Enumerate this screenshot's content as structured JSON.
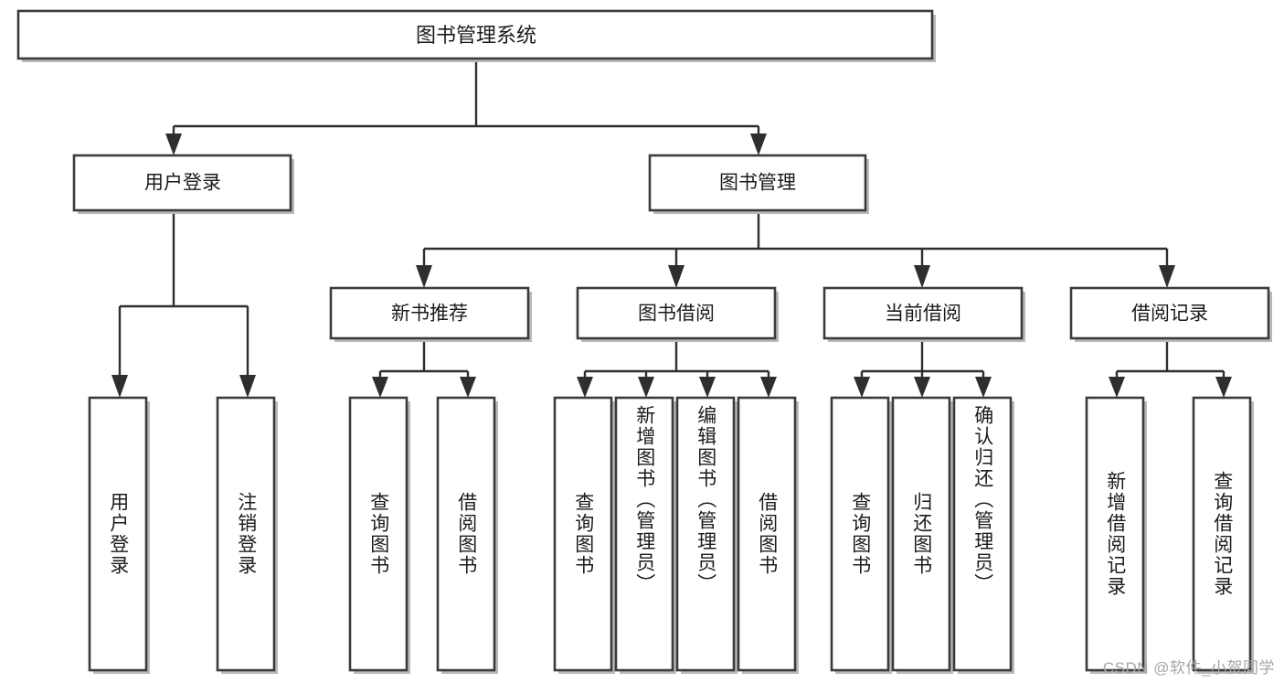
{
  "diagram": {
    "type": "tree-hierarchy",
    "title": "图书管理系统",
    "watermark": "CSDN @软件_小贺同学",
    "colors": {
      "box_stroke": "#3b3b3b",
      "box_fill": "#ffffff",
      "connector": "#2e2e2e",
      "text": "#1b1b1b",
      "watermark": "#a6a6a6",
      "background": "#ffffff"
    },
    "levels": {
      "root": [
        "图书管理系统"
      ],
      "level2": [
        "用户登录",
        "图书管理"
      ],
      "level3": [
        "新书推荐",
        "图书借阅",
        "当前借阅",
        "借阅记录"
      ],
      "leaves": [
        "用户登录",
        "注销登录",
        "查询图书",
        "借阅图书",
        "查询图书",
        "新增图书（管理员）",
        "编辑图书（管理员）",
        "借阅图书",
        "查询图书",
        "归还图书",
        "确认归还（管理员）",
        "新增借阅记录",
        "查询借阅记录"
      ]
    },
    "nodes": {
      "root": {
        "label": "图书管理系统"
      },
      "user_login": {
        "label": "用户登录"
      },
      "book_manage": {
        "label": "图书管理"
      },
      "new_book_rec": {
        "label": "新书推荐"
      },
      "book_borrow": {
        "label": "图书借阅"
      },
      "current_borrow": {
        "label": "当前借阅"
      },
      "borrow_record": {
        "label": "借阅记录"
      },
      "leaf_user_login": {
        "label": "用户登录"
      },
      "leaf_logout": {
        "label": "注销登录"
      },
      "leaf_query_book_1": {
        "label": "查询图书"
      },
      "leaf_borrow_book_1": {
        "label": "借阅图书"
      },
      "leaf_query_book_2": {
        "label": "查询图书"
      },
      "leaf_add_book_admin": {
        "label": "新增图书（管理员）"
      },
      "leaf_edit_book_admin": {
        "label": "编辑图书（管理员）"
      },
      "leaf_borrow_book_2": {
        "label": "借阅图书"
      },
      "leaf_query_book_3": {
        "label": "查询图书"
      },
      "leaf_return_book": {
        "label": "归还图书"
      },
      "leaf_confirm_return_admin": {
        "label": "确认归还（管理员）"
      },
      "leaf_add_record": {
        "label": "新增借阅记录"
      },
      "leaf_query_record": {
        "label": "查询借阅记录"
      }
    },
    "edges": [
      {
        "from": "图书管理系统",
        "to": "用户登录"
      },
      {
        "from": "图书管理系统",
        "to": "图书管理"
      },
      {
        "from": "用户登录",
        "to": "用户登录"
      },
      {
        "from": "用户登录",
        "to": "注销登录"
      },
      {
        "from": "图书管理",
        "to": "新书推荐"
      },
      {
        "from": "图书管理",
        "to": "图书借阅"
      },
      {
        "from": "图书管理",
        "to": "当前借阅"
      },
      {
        "from": "图书管理",
        "to": "借阅记录"
      },
      {
        "from": "新书推荐",
        "to": "查询图书"
      },
      {
        "from": "新书推荐",
        "to": "借阅图书"
      },
      {
        "from": "图书借阅",
        "to": "查询图书"
      },
      {
        "from": "图书借阅",
        "to": "新增图书（管理员）"
      },
      {
        "from": "图书借阅",
        "to": "编辑图书（管理员）"
      },
      {
        "from": "图书借阅",
        "to": "借阅图书"
      },
      {
        "from": "当前借阅",
        "to": "查询图书"
      },
      {
        "from": "当前借阅",
        "to": "归还图书"
      },
      {
        "from": "当前借阅",
        "to": "确认归还（管理员）"
      },
      {
        "from": "借阅记录",
        "to": "新增借阅记录"
      },
      {
        "from": "借阅记录",
        "to": "查询借阅记录"
      }
    ]
  }
}
